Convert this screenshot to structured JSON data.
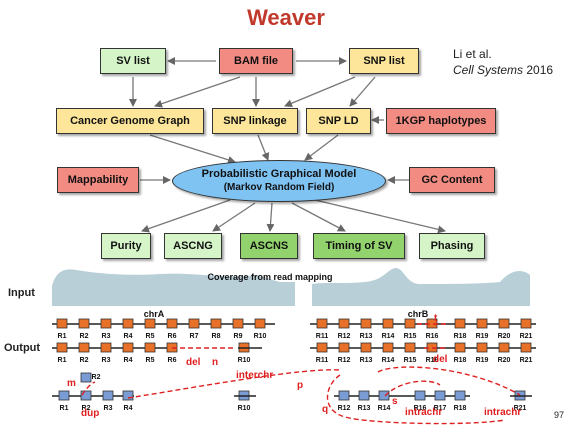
{
  "title": "Weaver",
  "citation": {
    "line1": "Li et al.",
    "journal": "Cell Systems",
    "year": "2016"
  },
  "nodes": {
    "sv_list": "SV list",
    "bam_file": "BAM file",
    "snp_list": "SNP list",
    "cancer_genome_graph": "Cancer Genome Graph",
    "snp_linkage": "SNP linkage",
    "snp_ld": "SNP LD",
    "kgp_haplotypes": "1KGP haplotypes",
    "mappability": "Mappability",
    "gc_content": "GC Content",
    "model_line1": "Probabilistic Graphical Model",
    "model_line2": "(Markov Random Field)",
    "purity": "Purity",
    "ascng": "ASCNG",
    "ascns": "ASCNS",
    "timing_sv": "Timing of SV",
    "phasing": "Phasing"
  },
  "labels": {
    "input": "Input",
    "output": "Output",
    "coverage": "Coverage from read mapping",
    "chrA": "chrA",
    "chrB": "chrB",
    "page": "97"
  },
  "chrA_regions": [
    "R1",
    "R2",
    "R3",
    "R4",
    "R5",
    "R6",
    "R7",
    "R8",
    "R9",
    "R10"
  ],
  "chrA_out_regions": [
    "R1",
    "R2",
    "R3",
    "R4",
    "R5",
    "R6",
    "R10"
  ],
  "chrB_regions": [
    "R11",
    "R12",
    "R13",
    "R14",
    "R15",
    "R16",
    "R18",
    "R19",
    "R20",
    "R21"
  ],
  "chrB_out_regions": [
    "R11",
    "R12",
    "R13",
    "R14",
    "R15",
    "R16",
    "R18",
    "R19",
    "R20",
    "R21"
  ],
  "bottom_left_regions": [
    "R1",
    "R2",
    "R3",
    "R4",
    "R10"
  ],
  "bottom_right_regions": [
    "R12",
    "R13",
    "R14",
    "R16",
    "R17",
    "R18",
    "R21"
  ],
  "events": {
    "t": "t",
    "del_b": "del",
    "del_a": "del",
    "n": "n",
    "interchr": "interchr",
    "m": "m",
    "dup": "dup",
    "p": "p",
    "q": "q",
    "s": "s",
    "intrachr1": "intrachr",
    "intrachr2": "intrachr"
  },
  "colors": {
    "title": "#c0392b",
    "event": "#e02020",
    "segment": "#e8712a",
    "blue_segment": "#7a9bd3"
  }
}
